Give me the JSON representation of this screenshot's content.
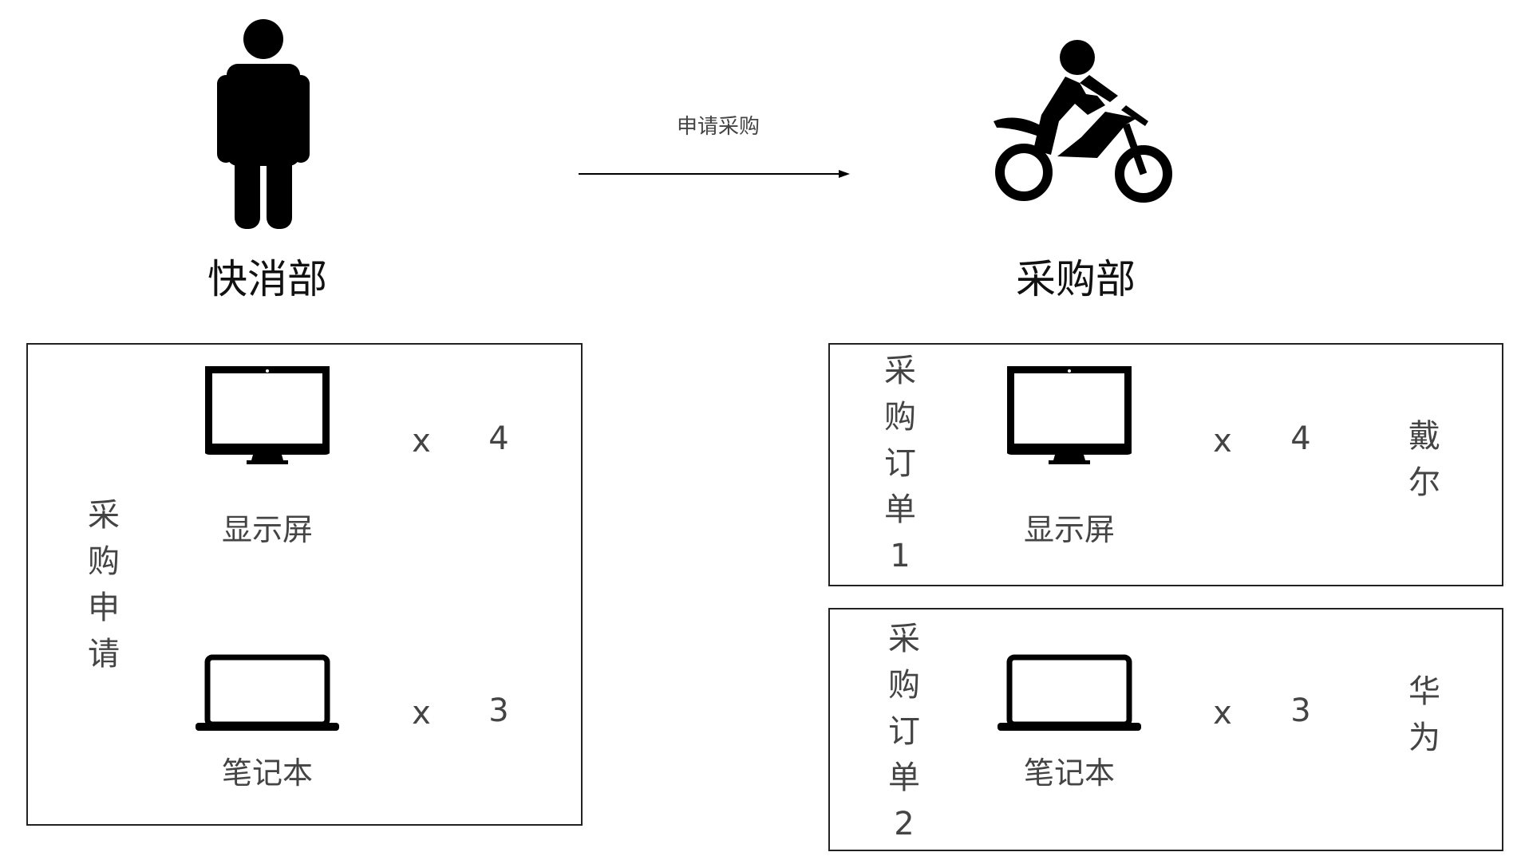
{
  "left_department": {
    "name": "快消部",
    "icon": "person-icon"
  },
  "right_department": {
    "name": "采购部",
    "icon": "motorcycle-rider-icon"
  },
  "flow": {
    "label": "申请采购",
    "icon": "arrow-right-icon"
  },
  "application": {
    "title_chars": [
      "采",
      "购",
      "申",
      "请"
    ],
    "items": [
      {
        "name": "显示屏",
        "icon": "monitor-icon",
        "operator": "x",
        "quantity": "4"
      },
      {
        "name": "笔记本",
        "icon": "laptop-icon",
        "operator": "x",
        "quantity": "3"
      }
    ]
  },
  "orders": [
    {
      "title_chars": [
        "采",
        "购",
        "订",
        "单",
        "1"
      ],
      "item": {
        "name": "显示屏",
        "icon": "monitor-icon",
        "operator": "x",
        "quantity": "4"
      },
      "supplier_chars": [
        "戴",
        "尔"
      ]
    },
    {
      "title_chars": [
        "采",
        "购",
        "订",
        "单",
        "2"
      ],
      "item": {
        "name": "笔记本",
        "icon": "laptop-icon",
        "operator": "x",
        "quantity": "3"
      },
      "supplier_chars": [
        "华",
        "为"
      ]
    }
  ]
}
